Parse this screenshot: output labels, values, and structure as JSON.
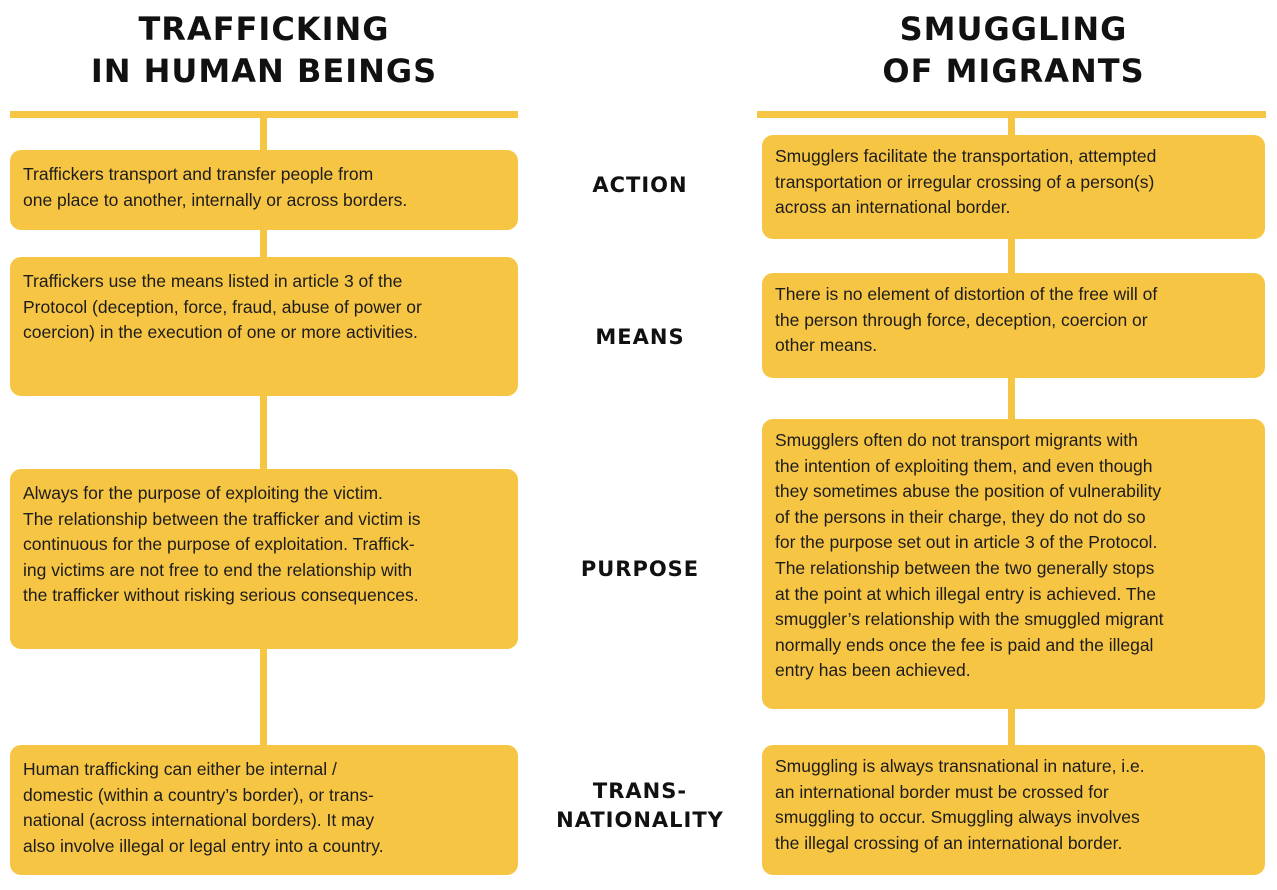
{
  "left_title": [
    "TRAFFICKING",
    "IN HUMAN BEINGS"
  ],
  "right_title": [
    "SMUGGLING",
    "OF MIGRANTS"
  ],
  "labels": {
    "action": [
      "ACTION"
    ],
    "means": [
      "MEANS"
    ],
    "purpose": [
      "PURPOSE"
    ],
    "transnationality": [
      "TRANS-",
      "NATIONALITY"
    ]
  },
  "trafficking": {
    "action": "Traffickers  transport and transfer people from\none place to another, internally or across borders.",
    "means": "Traffickers use the means listed in article 3 of the\nProtocol (deception, force, fraud, abuse of power or\ncoercion) in the execution of one or more activities.",
    "purpose": "Always for the purpose of exploiting the victim.\nThe relationship between the trafficker and victim is\ncontinuous for the purpose of exploitation. Traffick-\ning victims are not free to end the relationship with\nthe trafficker without risking serious consequences.",
    "transnationality": "Human trafficking can either be internal /\ndomestic (within a country’s border), or trans-\nnational (across international borders). It may\nalso involve illegal or legal entry into a country."
  },
  "smuggling": {
    "action": "Smugglers facilitate the transportation, attempted\ntransportation or irregular crossing of a person(s)\nacross an international border.",
    "means": "There is no element of distortion of the free will of\nthe person through force, deception, coercion or\nother means.",
    "purpose": "Smugglers often do not transport migrants with\nthe intention of exploiting them, and even though\nthey sometimes abuse the position of vulnerability\nof the persons in their charge, they do not do so\nfor the purpose set out in article 3 of the Protocol.\nThe relationship between the two generally stops\nat the point at which illegal entry is achieved. The\nsmuggler’s relationship with the smuggled migrant\nnormally ends once the fee is paid and the illegal\nentry has been achieved.",
    "transnationality": "Smuggling is always transnational in nature, i.e.\nan international border must be crossed for\nsmuggling to occur. Smuggling always involves\nthe illegal crossing of an international border."
  },
  "colors": {
    "accent": "#f7c544",
    "text": "#1c1c1c"
  }
}
